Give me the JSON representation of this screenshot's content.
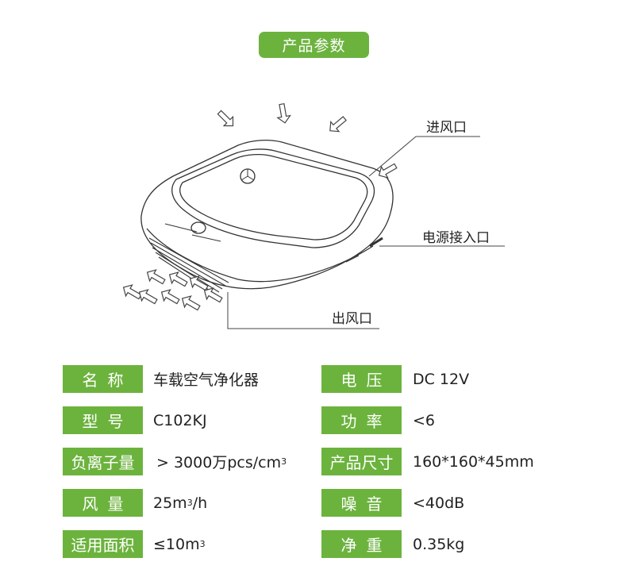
{
  "theme": {
    "accent": "#6cb33e"
  },
  "header": {
    "title": "产品参数"
  },
  "product": {
    "logo_text": "Mercedes-Benz"
  },
  "callouts": {
    "intake": "进风口",
    "power_port": "电源接入口",
    "outlet": "出风口"
  },
  "specs": {
    "name": {
      "label": "名称",
      "value": "车载空气净化器"
    },
    "voltage": {
      "label": "电压",
      "value": "DC 12V"
    },
    "model": {
      "label": "型号",
      "value": "C102KJ"
    },
    "power": {
      "label": "功率",
      "value": "<6"
    },
    "anion": {
      "label": "负离子量",
      "value_prefix": "> 3000万pcs/cm",
      "value_sup": "3"
    },
    "size": {
      "label": "产品尺寸",
      "value": "160*160*45mm"
    },
    "airflow": {
      "label": "风量",
      "value_prefix": "25m",
      "value_sup": "3",
      "value_suffix": "/h"
    },
    "noise": {
      "label": "噪音",
      "value": "<40dB"
    },
    "area": {
      "label": "适用面积",
      "value_prefix": "≤10m",
      "value_sup": "3"
    },
    "weight": {
      "label": "净重",
      "value": "0.35kg"
    }
  }
}
